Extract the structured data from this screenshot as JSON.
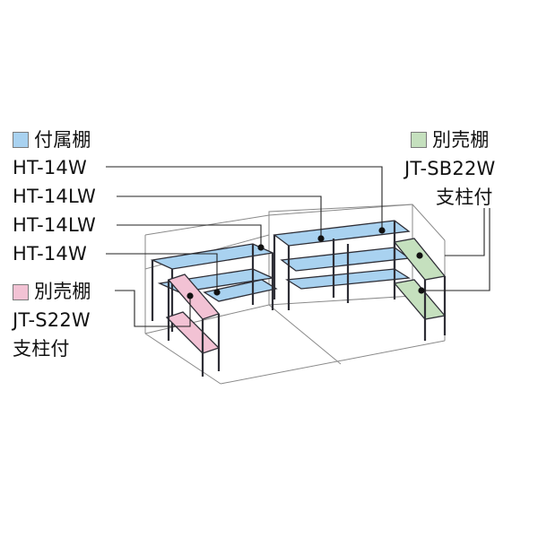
{
  "colors": {
    "included": "#a9d2f0",
    "sold_left": "#f2c2d4",
    "sold_right": "#c5e0be",
    "frame": "#2e2e36",
    "wall": "#8a8a8a",
    "leader": "#222222"
  },
  "legend_included": {
    "title": "付属棚",
    "items": [
      "HT-14W",
      "HT-14LW",
      "HT-14LW",
      "HT-14W"
    ]
  },
  "legend_left": {
    "title": "別売棚",
    "model": "JT-S22W",
    "note": "支柱付"
  },
  "legend_right": {
    "title": "別売棚",
    "model": "JT-SB22W",
    "note": "支柱付"
  }
}
